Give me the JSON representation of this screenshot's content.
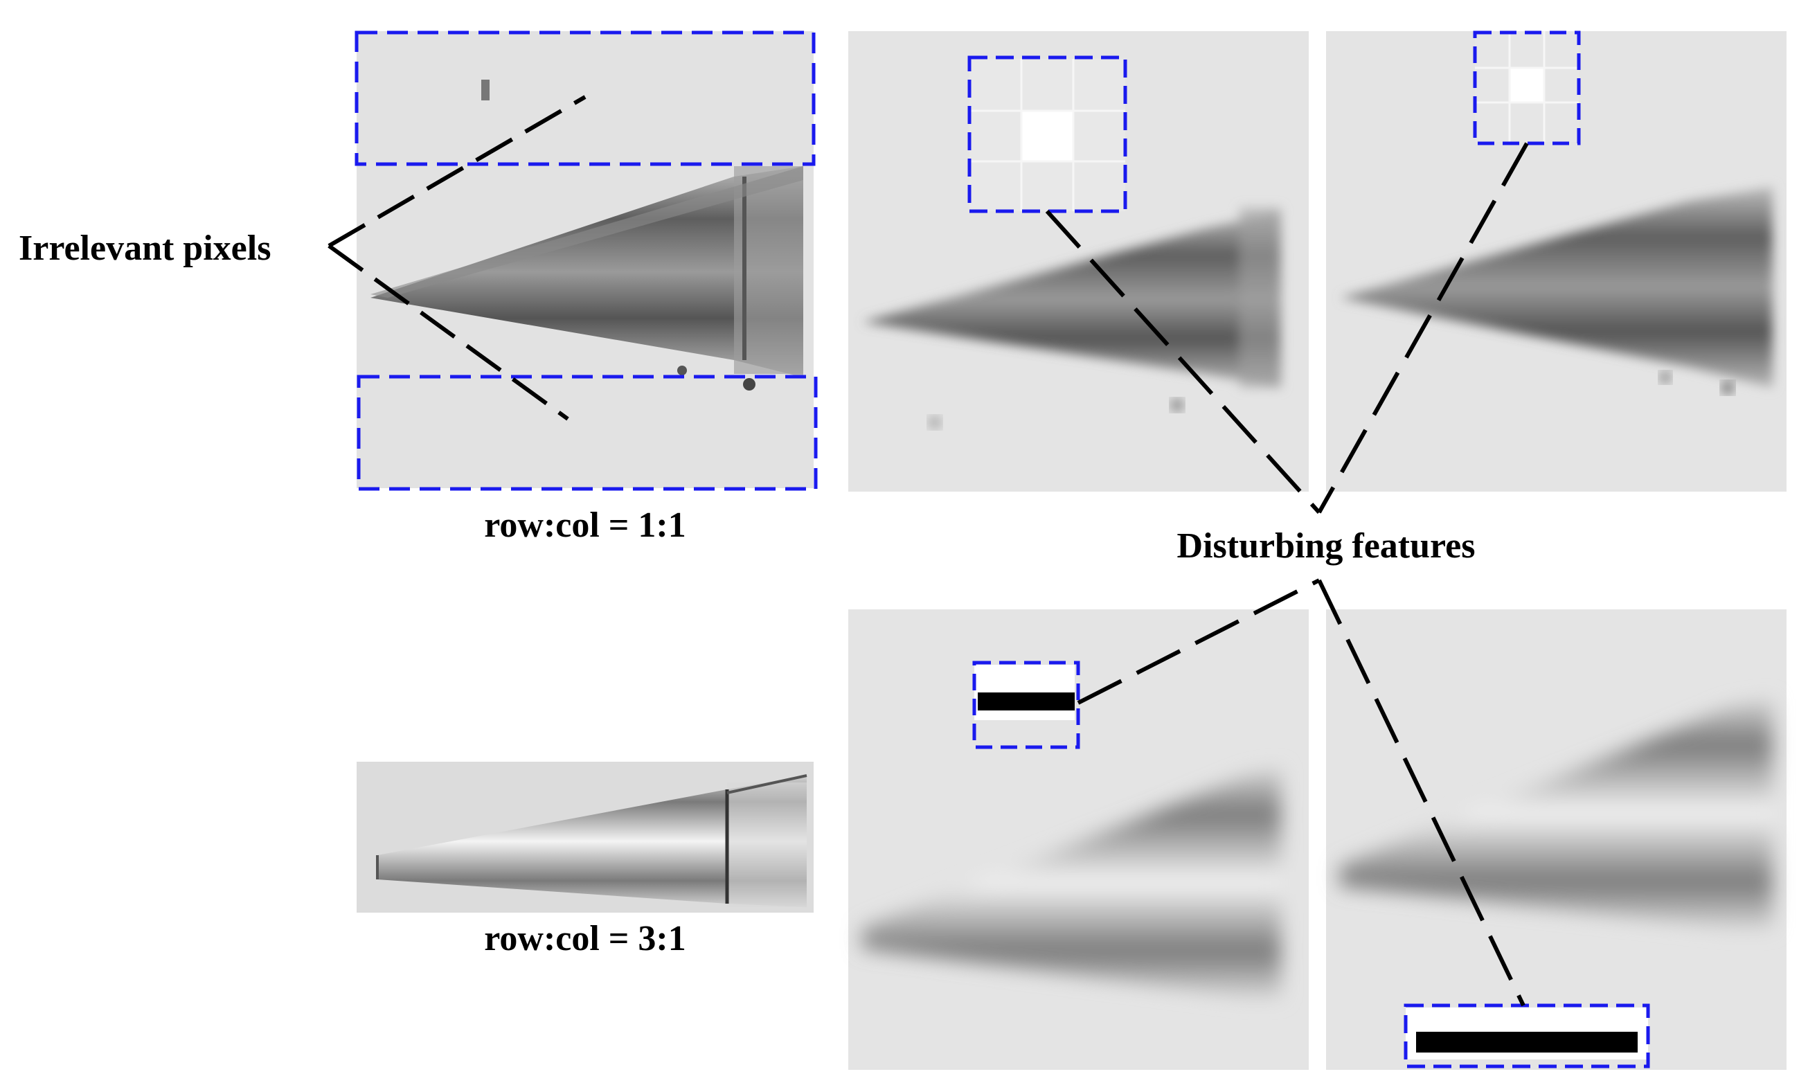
{
  "labels": {
    "irrelevant": "Irrelevant pixels",
    "disturbing": "Disturbing features",
    "ratio_top": "row:col = 1:1",
    "ratio_bottom": "row:col = 3:1"
  },
  "colors": {
    "background": "#ffffff",
    "panel_bg": "#e3e3e3",
    "box_stroke": "#1a1aee",
    "leader_stroke": "#000000",
    "pipette_dark": "#6a6a6a"
  }
}
